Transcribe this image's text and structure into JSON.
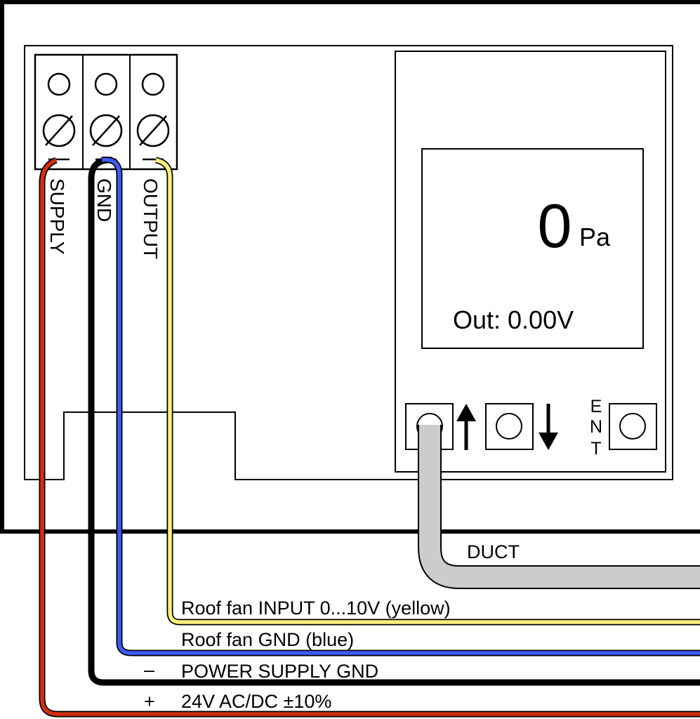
{
  "terminals": [
    {
      "label": "SUPPLY",
      "wire_color": "#d22f10"
    },
    {
      "label": "GND",
      "wire_color": "#000000"
    },
    {
      "label": "OUTPUT",
      "wire_color": "#fff27a"
    }
  ],
  "display": {
    "value": "0",
    "unit": "Pa",
    "output": "Out: 0.00V"
  },
  "buttons": {
    "up_icon": "arrow-up-icon",
    "down_icon": "arrow-down-icon",
    "ent_letters": [
      "E",
      "N",
      "T"
    ]
  },
  "tube": {
    "label": "DUCT",
    "color": "#cccccc"
  },
  "wires": [
    {
      "label": "Roof fan INPUT 0...10V (yellow)",
      "sign": "",
      "color": "#fff27a"
    },
    {
      "label": "Roof fan GND (blue)",
      "sign": "",
      "color": "#3d5cf5"
    },
    {
      "label": "POWER SUPPLY GND",
      "sign": "–",
      "color": "#000000"
    },
    {
      "label": "24V AC/DC ±10%",
      "sign": "+",
      "color": "#d22f10"
    }
  ]
}
